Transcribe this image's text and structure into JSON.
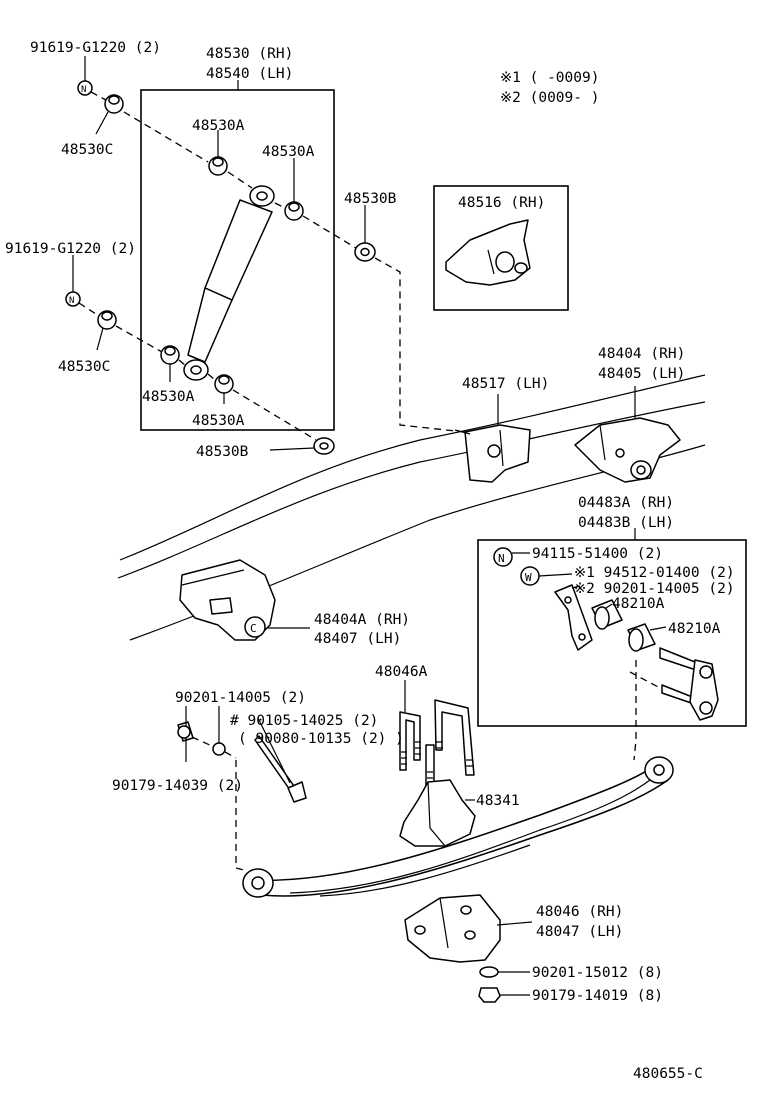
{
  "labels": {
    "nut_upper_spec": "91619-G1220 (2)",
    "shock_rh": "48530 (RH)",
    "shock_lh": "48540 (LH)",
    "note1": "※1 (       -0009)",
    "note2": "※2 (0009-       )",
    "cushion_c_upper": "48530C",
    "bush_a_1": "48530A",
    "bush_a_2": "48530A",
    "washer_b_upper": "48530B",
    "bracket_rh": "48516 (RH)",
    "nut_lower_spec": "91619-G1220 (2)",
    "cushion_c_lower": "48530C",
    "bush_a_3": "48530A",
    "bush_a_4": "48530A",
    "washer_b_lower": "48530B",
    "hanger_rh": "48404 (RH)",
    "hanger_lh": "48405 (LH)",
    "bracket_lh": "48517 (LH)",
    "shackle_kit_rh": "04483A (RH)",
    "shackle_kit_lh": "04483B (LH)",
    "kit_part_1": "94115-51400 (2)",
    "kit_part_2": "※1 94512-01400 (2)",
    "kit_part_3": "※2 90201-14005 (2)",
    "bushing_1": "48210A",
    "bushing_2": "48210A",
    "front_hanger_rh": "48404A (RH)",
    "front_hanger_lh": "48407 (LH)",
    "ubolt": "48046A",
    "washer_spec": "90201-14005 (2)",
    "bolt_spec": "# 90105-14025 (2)",
    "bolt_spec_alt": "( 90080-10135 (2) )",
    "nut_spec": "90179-14039 (2)",
    "bumper": "48341",
    "seat_rh": "48046 (RH)",
    "seat_lh": "48047 (LH)",
    "washer_seat": "90201-15012 (8)",
    "nut_seat": "90179-14019 (8)",
    "drawing_id": "480655-C"
  },
  "symbols": {
    "n_mark": "N",
    "w_mark": "W",
    "c_mark": "C"
  }
}
